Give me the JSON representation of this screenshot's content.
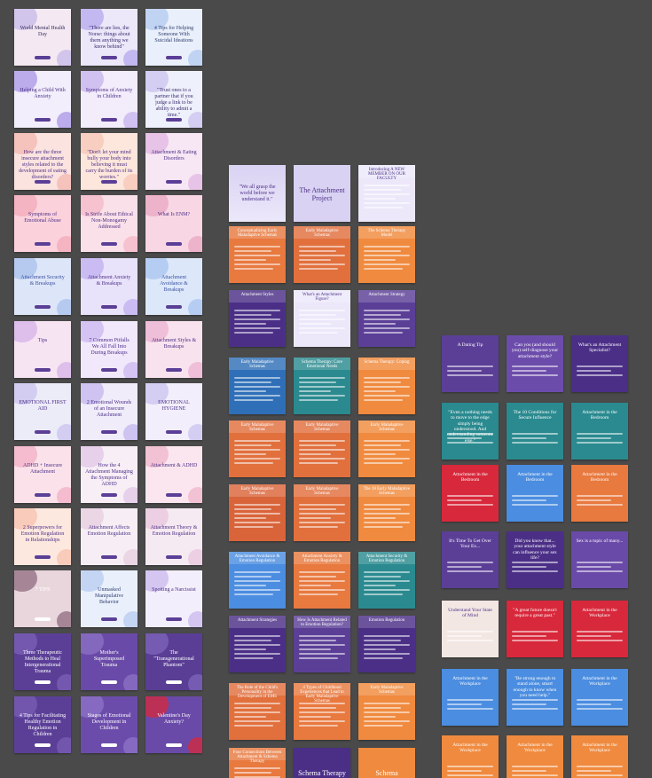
{
  "colors": {
    "canvas_bg": "#4a4a4a",
    "lavender": "#c9c3ef",
    "purple": "#5b3f97",
    "deep_purple": "#4b2f87",
    "pink": "#f7d3dc",
    "peach": "#fbe1d6",
    "orange": "#f08a3e",
    "rust": "#d9643a",
    "red": "#d8283b",
    "teal": "#2a8a8f",
    "blue": "#4b8de0",
    "light_blue": "#bcd5f3",
    "navy": "#2b4a7e",
    "cream": "#fdf3ea"
  },
  "col1": [
    {
      "title": "World Mental Health Day"
    },
    {
      "title": "\"There are lies, the Norse: things about them anything we know behind\""
    },
    {
      "title": "4 Tips for Helping Someone With Suicidal Ideations"
    },
    {
      "title": "Helping a Child With Anxiety"
    },
    {
      "title": "Symptoms of Anxiety in Children"
    },
    {
      "title": "\"Trust ones to a partner that if you judge a link to be ability to admit a time.\""
    },
    {
      "title": "How are the three insecure attachment styles related to the development of eating disorders?"
    },
    {
      "title": "\"Don't let your mind bully your body into believing it must carry the burden of its worries.\""
    },
    {
      "title": "Attachment & Eating Disorders"
    },
    {
      "title": "Symptoms of Emotional Abuse"
    },
    {
      "title": "Is Strife About Ethical Non-Monogamy Addressed"
    },
    {
      "title": "What Is ENM?"
    },
    {
      "title": "Attachment Security & Breakups"
    },
    {
      "title": "Attachment Anxiety & Breakups"
    },
    {
      "title": "Attachment Avoidance & Breakups"
    },
    {
      "title": "Tips"
    },
    {
      "title": "7 Common Pitfalls We All Fall Into During Breakups"
    },
    {
      "title": "Attachment Styles & Breakups"
    },
    {
      "title": "EMOTIONAL FIRST AID"
    },
    {
      "title": "2 Emotional Wounds of an Insecure Attachment"
    },
    {
      "title": "EMOTIONAL HYGIENE"
    },
    {
      "title": "ADHD + Insecure Attachment"
    },
    {
      "title": "How the 4 Attachment Managing the Symptoms of ADHD"
    },
    {
      "title": "Attachment & ADHD"
    },
    {
      "title": "2 Superpowers for Emotion Regulation in Relationships"
    },
    {
      "title": "Attachment Affects Emotion Regulation"
    },
    {
      "title": "Attachment Theory & Emotion Regulation"
    },
    {
      "title": "7 TIPS"
    },
    {
      "title": "Unmasked Manipulative Behavior"
    },
    {
      "title": "Spotting a Narcissist"
    },
    {
      "title": "Three Therapeutic Methods to Heal Intergenerational Trauma"
    },
    {
      "title": "Mother's Superimposed Trauma"
    },
    {
      "title": "The \"Transgenerational Phantom\""
    },
    {
      "title": "4 Tips for Facilitating Healthy Emotion Regulation in Children"
    },
    {
      "title": "Stages of Emotional Development in Children"
    },
    {
      "title": "Valentine's Day Anxiety?"
    }
  ],
  "col2": [
    {
      "title": "\"We all grasp the world before we understand it.\""
    },
    {
      "title": "The Attachment Project"
    },
    {
      "title": "Introducing A NEW MEMBER ON OUR FACULTY"
    },
    {
      "title": "Conceptualizing Early Maladaptive Schemas"
    },
    {
      "title": "Early Maladaptive Schemas"
    },
    {
      "title": "The Schema Therapy Model"
    },
    {
      "title": "Attachment Styles"
    },
    {
      "title": "What's an Attachment Figure?"
    },
    {
      "title": "Attachment Strategy"
    },
    {
      "title": "Early Maladaptive Schemas"
    },
    {
      "title": "Schema Therapy: Core Emotional Needs"
    },
    {
      "title": "Schema Therapy: Coping"
    },
    {
      "title": "Early Maladaptive Schemas"
    },
    {
      "title": "Early Maladaptive Schemas"
    },
    {
      "title": "Early Maladaptive Schemas"
    },
    {
      "title": "Early Maladaptive Schemas"
    },
    {
      "title": "Early Maladaptive Schemas"
    },
    {
      "title": "The 18 Early Maladaptive Schemas"
    },
    {
      "title": "Attachment Avoidance & Emotion Regulation"
    },
    {
      "title": "Attachment Anxiety & Emotion Regulation"
    },
    {
      "title": "Attachment Security & Emotion Regulation"
    },
    {
      "title": "Attachment Strategies"
    },
    {
      "title": "How Is Attachment Related to Emotion Regulation?"
    },
    {
      "title": "Emotion Regulation"
    },
    {
      "title": "The Role of the Child's Personality in the Development of EMS"
    },
    {
      "title": "4 Types of Childhood Experiences that Lead to Early Maladaptive Schemas"
    },
    {
      "title": "Early Maladaptive Schemas"
    },
    {
      "title": "Four Connections Between Attachment & Schema Therapy"
    },
    {
      "title": "Schema Therapy"
    },
    {
      "title": "Schema Therapy?"
    }
  ],
  "col3": [
    {
      "title": "A Dating Tip"
    },
    {
      "title": "Can you (and should you) self-diagnose your attachment style?"
    },
    {
      "title": "What's an Attachment Specialist?"
    },
    {
      "title": "\"Even a nothing needs to move to the edge simply being understood. And understanding someone else.\""
    },
    {
      "title": "The 10 Conditions for Secure Influence"
    },
    {
      "title": "Attachment in the Bedroom"
    },
    {
      "title": "Attachment in the Bedroom"
    },
    {
      "title": "Attachment in the Bedroom"
    },
    {
      "title": "Attachment in the Bedroom"
    },
    {
      "title": "It's Time To Get Over Your Ex..."
    },
    {
      "title": "Did you know that... your attachment style can influence your sex life?"
    },
    {
      "title": "Sex is a topic of many..."
    },
    {
      "title": "Understand Your State of Mind"
    },
    {
      "title": "\"A great future doesn't require a great past.\""
    },
    {
      "title": "Attachment in the Workplace"
    },
    {
      "title": "Attachment in the Workplace"
    },
    {
      "title": "\"Be strong enough to stand alone, smart enough to know when you need help.\""
    },
    {
      "title": "Attachment in the Workplace"
    },
    {
      "title": "Attachment in the Workplace"
    },
    {
      "title": "Attachment in the Workplace"
    },
    {
      "title": "Attachment in the Workplace"
    }
  ]
}
